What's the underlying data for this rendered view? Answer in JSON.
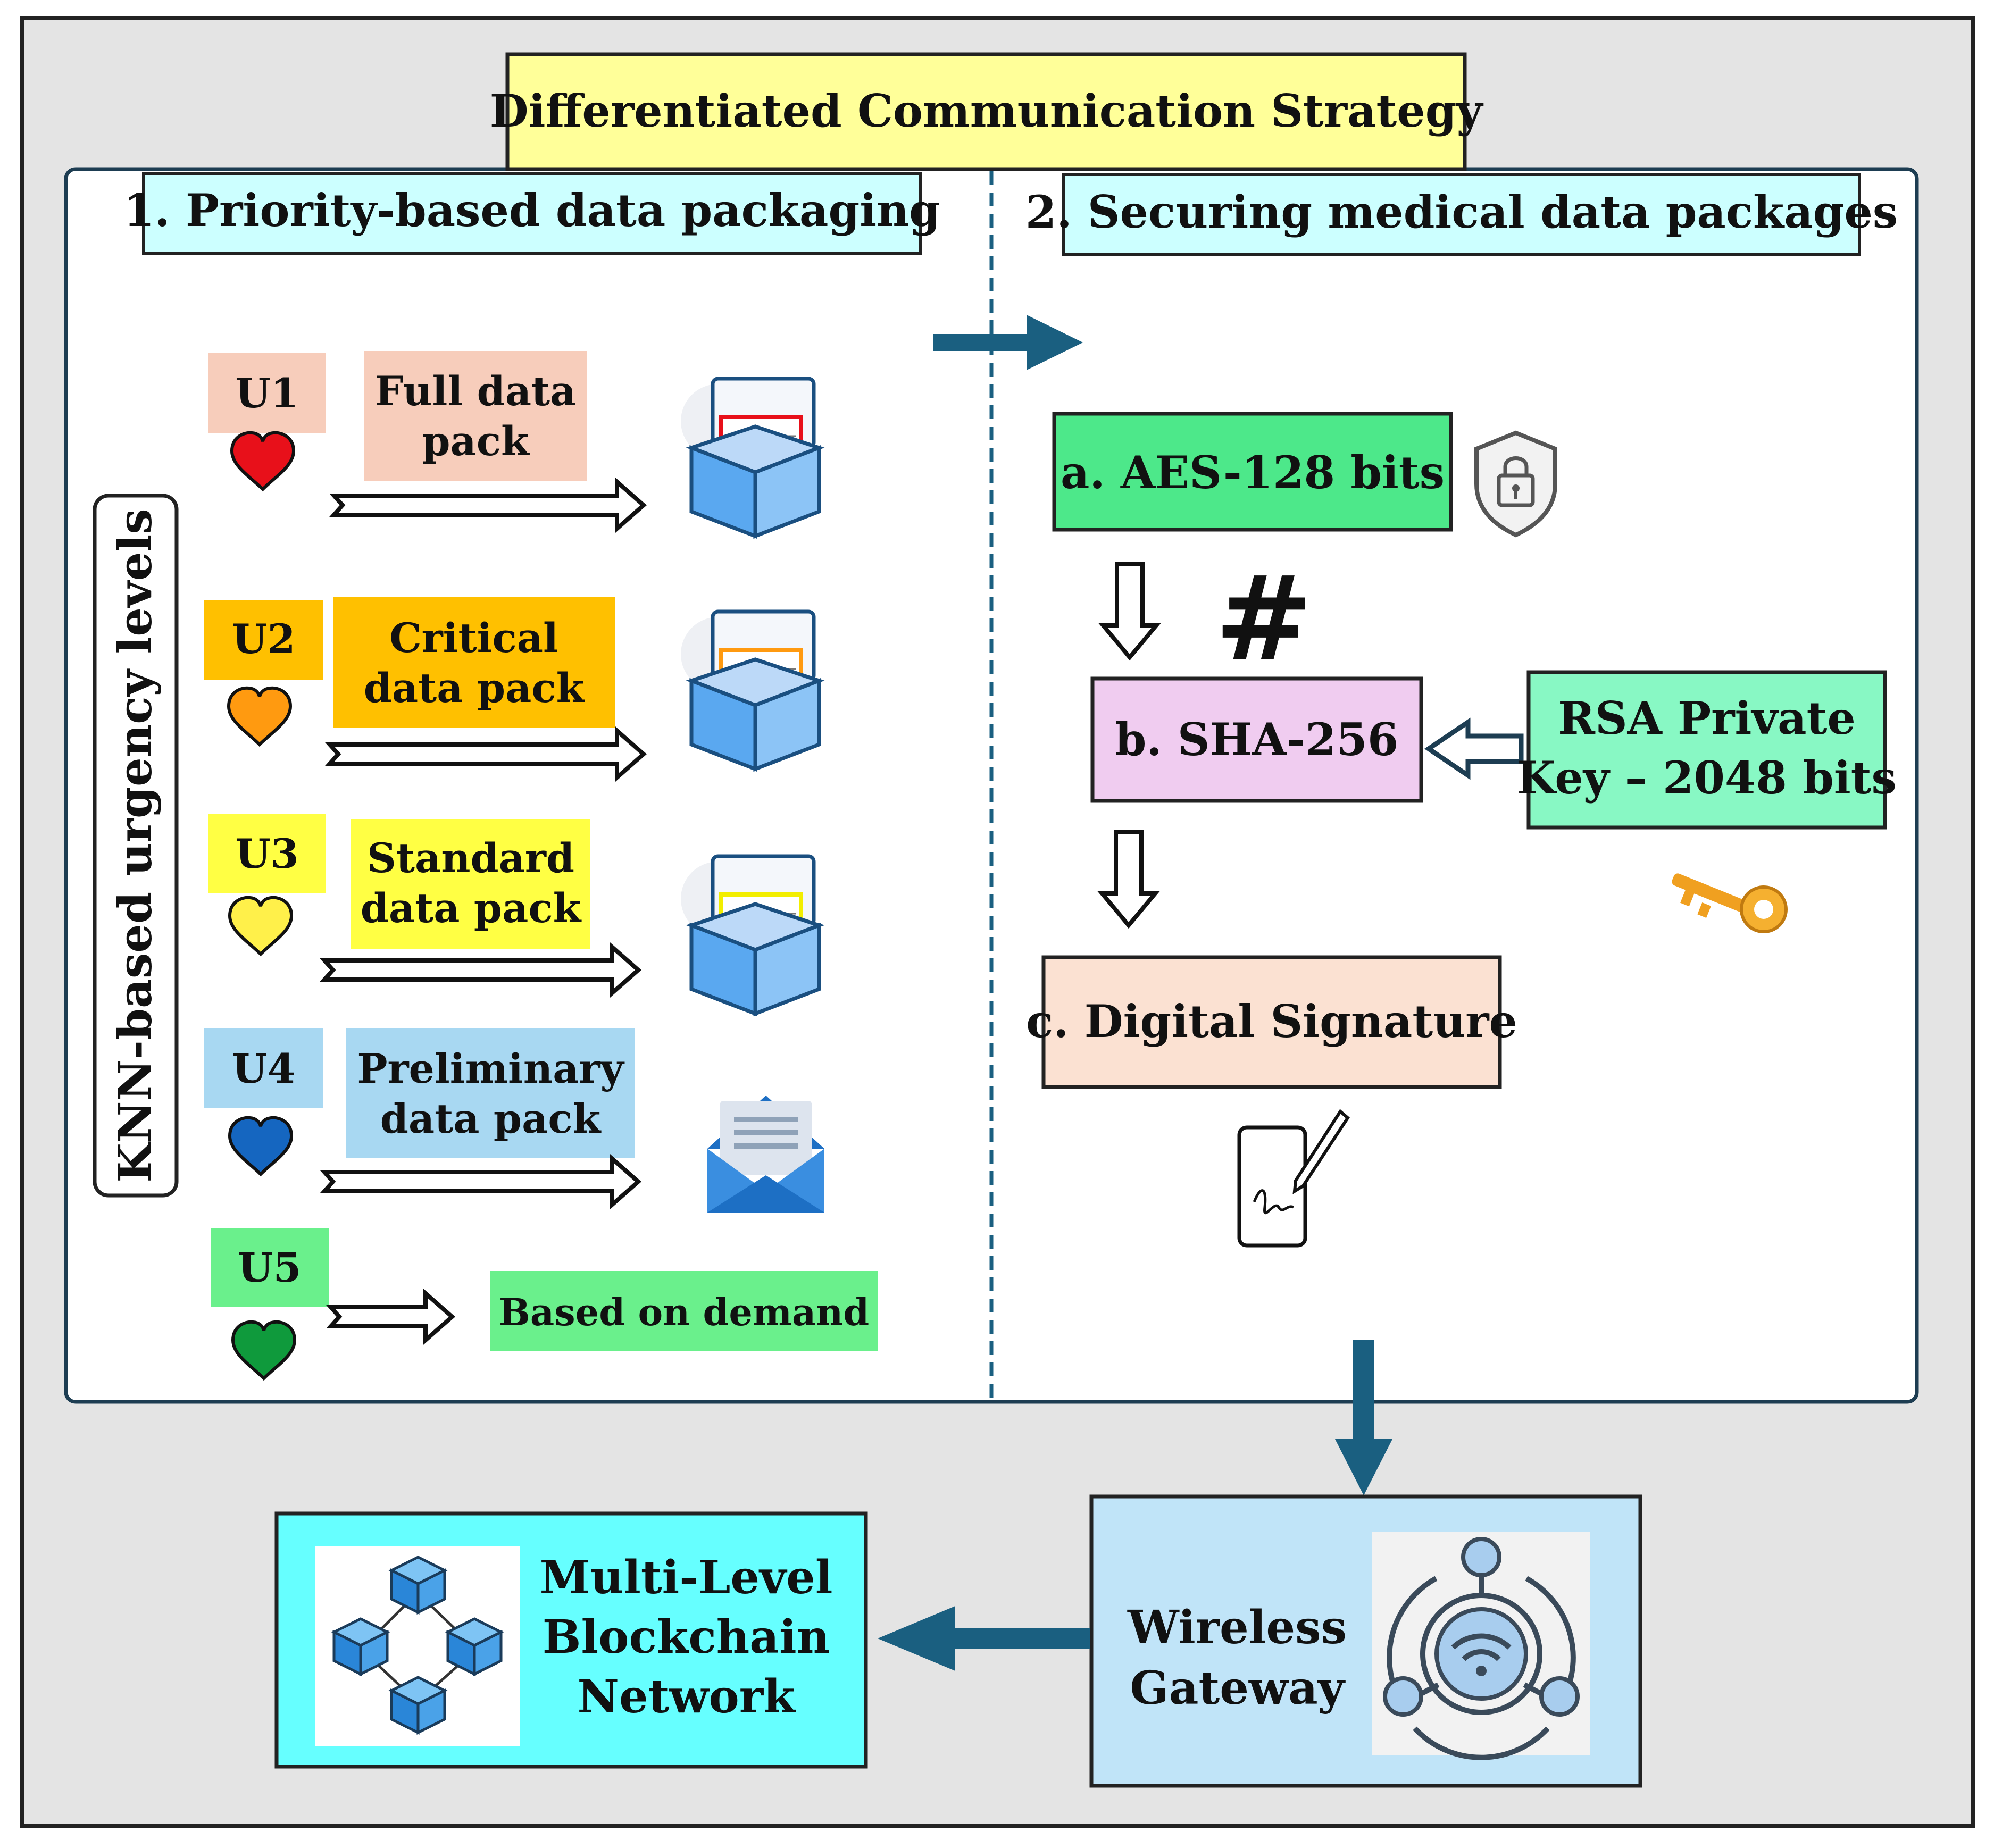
{
  "title": "Differentiated Communication Strategy",
  "section1": {
    "heading": "1. Priority-based data packaging"
  },
  "section2": {
    "heading": "2. Securing medical data packages"
  },
  "side_label": "KNN-based urgency levels",
  "levels": [
    {
      "code": "U1",
      "pack": [
        "Full data",
        "pack"
      ],
      "heart_color": "#e8101a",
      "label_bg": "#f7cdbb",
      "pack_bg": "#f7cdbb",
      "icon": "box-icon",
      "screen_color": "#e8101a"
    },
    {
      "code": "U2",
      "pack": [
        "Critical",
        "data pack"
      ],
      "heart_color": "#ff9a10",
      "label_bg": "#ffc000",
      "pack_bg": "#ffc000",
      "icon": "box-icon",
      "screen_color": "#ff9a10"
    },
    {
      "code": "U3",
      "pack": [
        "Standard",
        "data pack"
      ],
      "heart_color": "#fff04a",
      "label_bg": "#ffff44",
      "pack_bg": "#ffff44",
      "icon": "box-icon",
      "screen_color": "#f2ee00"
    },
    {
      "code": "U4",
      "pack": [
        "Preliminary",
        "data pack"
      ],
      "heart_color": "#1566c0",
      "label_bg": "#a8d8f2",
      "pack_bg": "#a8d8f2",
      "icon": "envelope-icon"
    },
    {
      "code": "U5",
      "pack": [
        "Based on demand"
      ],
      "heart_color": "#0f9a3c",
      "label_bg": "#6af08c",
      "pack_bg": "#6af08c"
    }
  ],
  "security": {
    "aes": "a. AES-128 bits",
    "hash_symbol": "#",
    "sha": "b. SHA-256",
    "rsa": [
      "RSA Private",
      "Key – 2048 bits"
    ],
    "signature": "c. Digital Signature"
  },
  "gateway": [
    "Wireless",
    "Gateway"
  ],
  "blockchain": [
    "Multi-Level",
    "Blockchain",
    "Network"
  ],
  "colors": {
    "title_bg": "#ffff99",
    "heading_bg": "#ccffff",
    "aes_bg": "#4de88a",
    "sha_bg": "#f0ccf0",
    "rsa_bg": "#88f8c4",
    "signature_bg": "#fbe1d2",
    "gateway_bg": "#c0e4f8",
    "blockchain_bg": "#66ffff",
    "arrow_blue": "#1a5f80",
    "outer_bg": "#e4e4e4"
  }
}
